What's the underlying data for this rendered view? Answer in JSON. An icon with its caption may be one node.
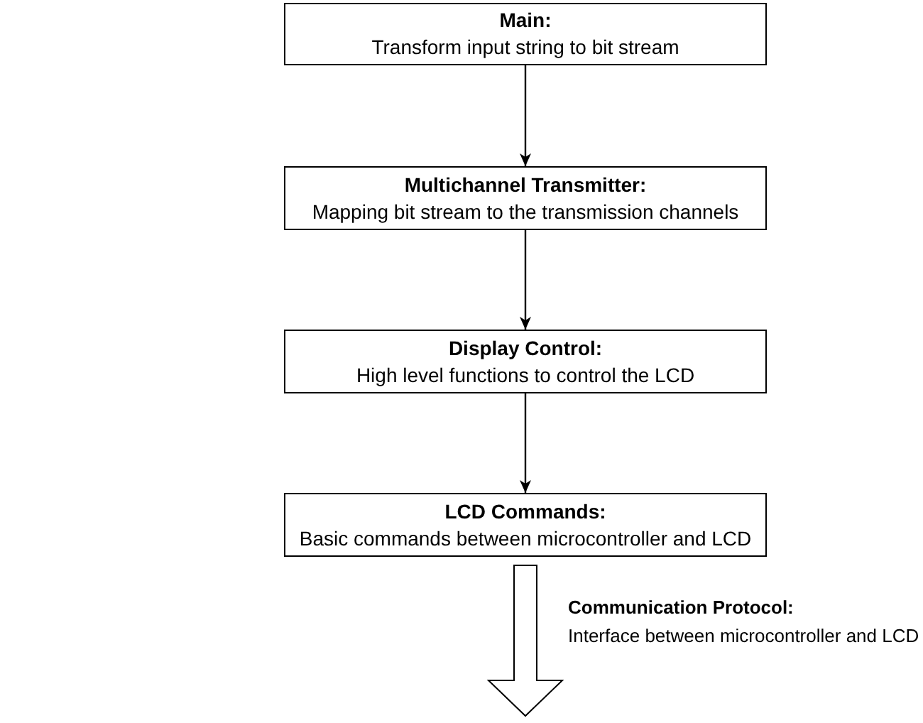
{
  "diagram": {
    "nodes": [
      {
        "text": [
          "Main:",
          "Transform input string to bit stream"
        ]
      },
      {
        "text": [
          "Multichannel Transmitter:",
          "Mapping bit stream to the transmission channels"
        ]
      },
      {
        "text": [
          "Display Control:",
          "High level functions to control the LCD"
        ]
      },
      {
        "text": [
          "LCD Commands:",
          "Basic commands between microcontroller and LCD"
        ]
      }
    ],
    "edges": [
      {
        "from": 0,
        "to": 1,
        "arrow": "to"
      },
      {
        "from": 1,
        "to": 2,
        "arrow": "to"
      },
      {
        "from": 2,
        "to": 3,
        "arrow": "to"
      },
      {
        "from": 3,
        "to": null,
        "arrow": "to",
        "style": "thick",
        "label": "**Communication Protocol:** Interface between microcontroller and LCD"
      }
    ]
  }
}
